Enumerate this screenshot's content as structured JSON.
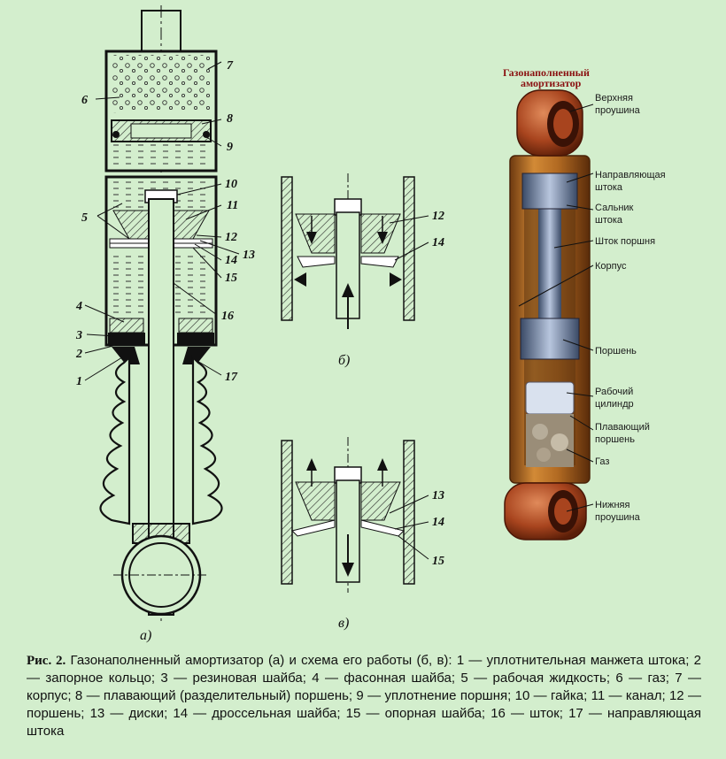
{
  "diagram_a": {
    "sublabel": "а)",
    "callouts": [
      "7",
      "6",
      "8",
      "9",
      "10",
      "5",
      "11",
      "12",
      "13",
      "14",
      "15",
      "16",
      "4",
      "3",
      "2",
      "1",
      "17"
    ]
  },
  "diagram_b": {
    "sublabel": "б)",
    "callouts": [
      "12",
      "14"
    ]
  },
  "diagram_v": {
    "sublabel": "в)",
    "callouts": [
      "13",
      "14",
      "15"
    ]
  },
  "photo": {
    "title": [
      "Газонаполненный",
      "амортизатор"
    ],
    "labels": [
      [
        "Верхняя",
        "проушина"
      ],
      [
        "Направляющая",
        "штока"
      ],
      [
        "Сальник",
        "штока"
      ],
      [
        "Шток поршня"
      ],
      [
        "Корпус"
      ],
      [
        "Поршень"
      ],
      [
        "Рабочий",
        "цилиндр"
      ],
      [
        "Плавающий",
        "поршень"
      ],
      [
        "Газ"
      ],
      [
        "Нижняя",
        "проушина"
      ]
    ]
  },
  "caption": {
    "fig": "Рис. 2.",
    "text": "Газонаполненный амортизатор (а) и схема его работы (б, в): 1 — уплотнительная манжета штока; 2 — запорное кольцо; 3 — резиновая шайба; 4 — фасонная шайба; 5 — рабочая жидкость; 6 — газ; 7 — корпус; 8 — плавающий (разделительный) поршень; 9 — уплотнение поршня; 10 — гайка; 11 — канал; 12 — поршень; 13 — диски; 14 — дроссельная шайба; 15 — опорная шайба; 16 — шток; 17 — направляющая штока"
  },
  "colors": {
    "background": "#d3eecd",
    "title_red": "#8a1010",
    "photo_body": "#b56f22"
  }
}
